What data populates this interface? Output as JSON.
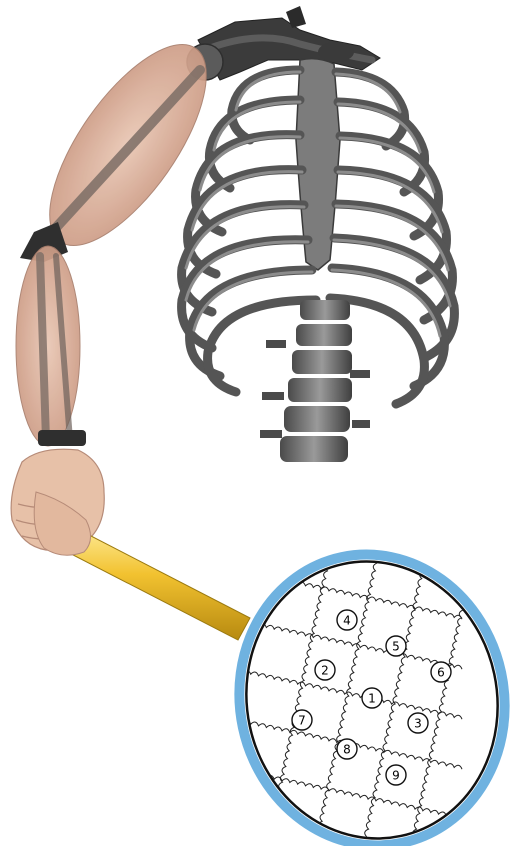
{
  "racket": {
    "node_labels": [
      "1",
      "2",
      "3",
      "4",
      "5",
      "6",
      "7",
      "8",
      "9"
    ]
  },
  "colors": {
    "bone": "#6f6f6f",
    "bone_dark": "#3a3a3a",
    "muscle": "#e7c0aa",
    "handle": "#f2c230",
    "frame": "#6fb2e0",
    "frame_inner": "#111111"
  }
}
